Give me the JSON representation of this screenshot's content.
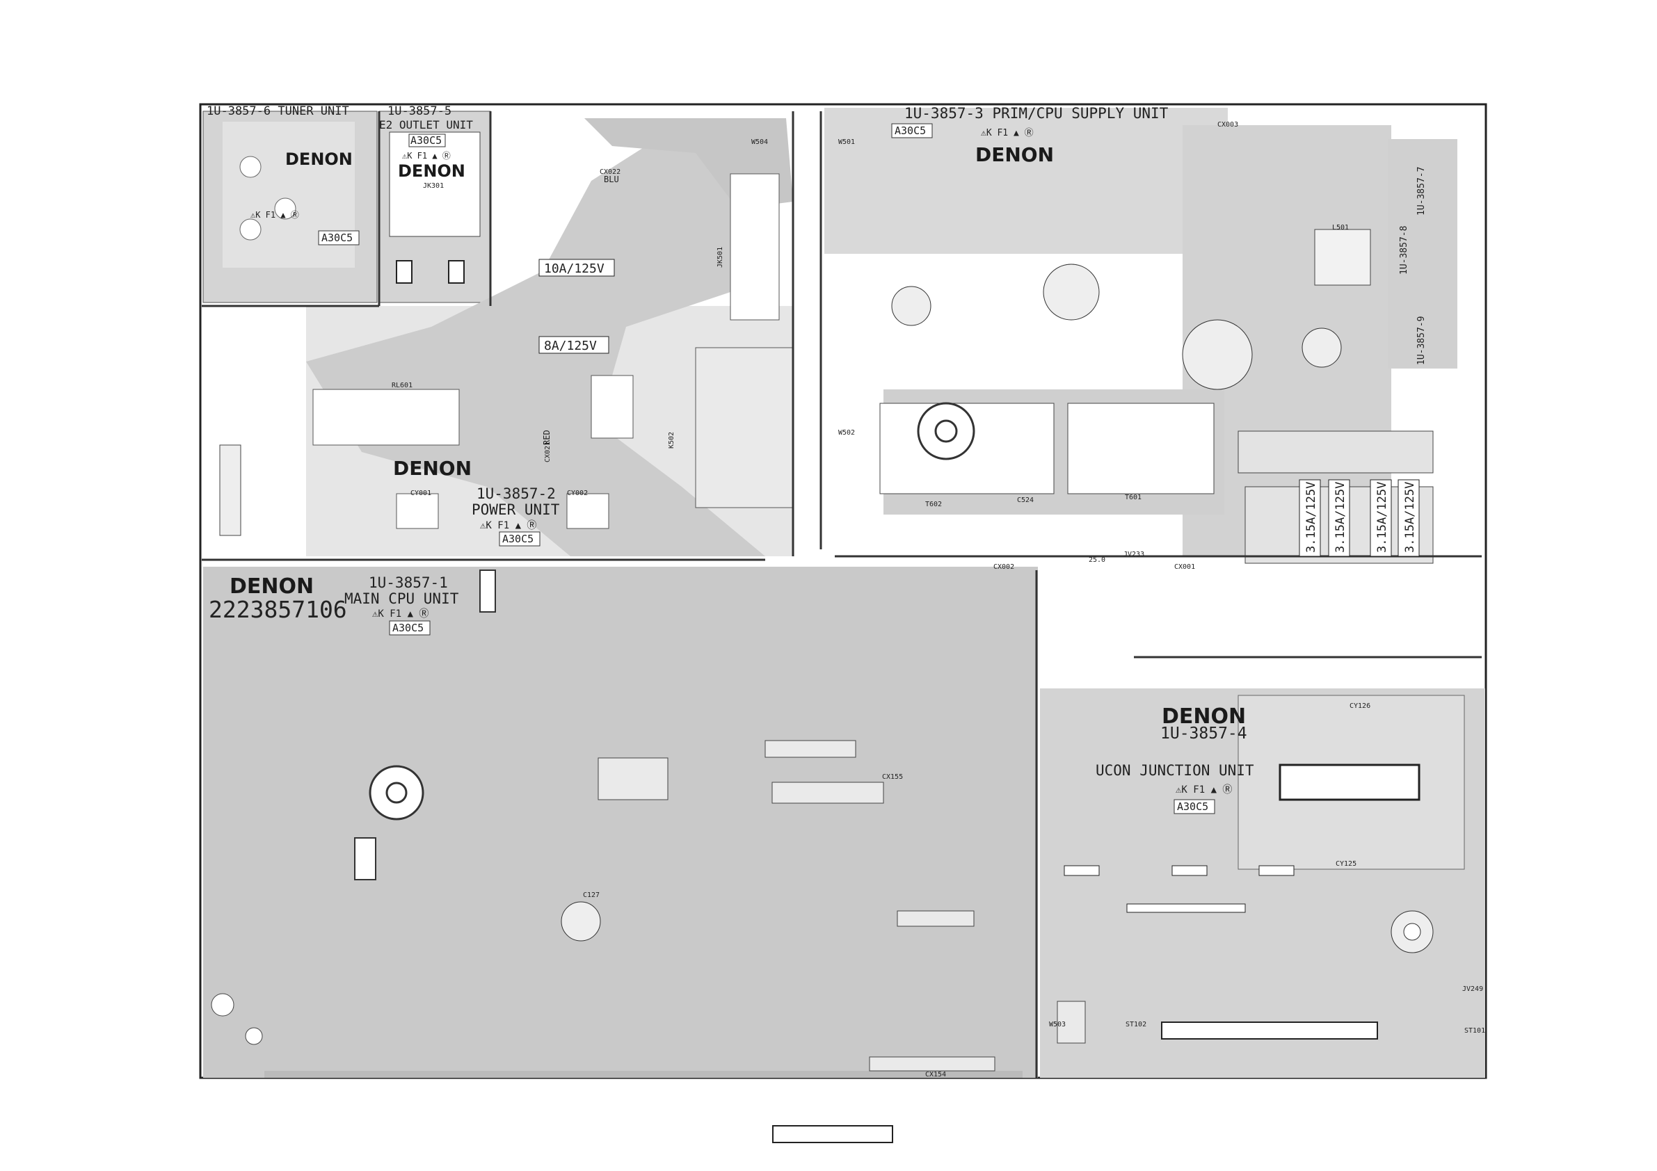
{
  "units": [
    {
      "id": "tuner",
      "code": "1U-3857-6",
      "name": "TUNER UNIT"
    },
    {
      "id": "outlet",
      "code": "1U-3857-5",
      "name": "E2 OUTLET UNIT"
    },
    {
      "id": "prim",
      "code": "1U-3857-3",
      "name": "PRIM/CPU SUPPLY UNIT"
    },
    {
      "id": "power",
      "code": "1U-3857-2",
      "name": "POWER UNIT"
    },
    {
      "id": "cpu",
      "code": "1U-3857-1",
      "name": "MAIN CPU UNIT"
    },
    {
      "id": "ucon",
      "code": "1U-3857-4",
      "name": "UCON JUNCTION UNIT"
    },
    {
      "id": "sub7",
      "code": "1U-3857-7"
    },
    {
      "id": "sub8",
      "code": "1U-3857-8"
    },
    {
      "id": "sub9",
      "code": "1U-3857-9"
    }
  ],
  "brand": "DENON",
  "part_number": "2223857106",
  "revision": "A30C5",
  "cert_mark": "⚠K F1 ▲ Ⓡ",
  "fuses": {
    "f1": "10A/125V",
    "f8": "8A/125V",
    "prim": [
      "3.15A/125V",
      "3.15A/125V",
      "3.15A/125V",
      "3.15A/125V"
    ]
  },
  "annotations": {
    "blu": "BLU",
    "red": "RED",
    "cx022": "CX022",
    "cx021": "CX021",
    "w504": "W504",
    "w501": "W501",
    "w502": "W502",
    "w503": "W503",
    "jk301": "JK301",
    "jk501": "JK501",
    "k502": "K502",
    "rl601": "RL601",
    "cy001": "CY001",
    "cy002": "CY002",
    "t601": "T601",
    "t602": "T602",
    "c524": "C524",
    "cx001": "CX001",
    "cx002": "CX002",
    "cx003": "CX003",
    "cx155": "CX155",
    "cx154": "CX154",
    "cy125": "CY125",
    "cy126": "CY126",
    "c127": "C127",
    "l501": "L501",
    "st101": "ST101",
    "st102": "ST102",
    "v25": "25.0",
    "jv233": "JV233",
    "jv249": "JV249"
  }
}
